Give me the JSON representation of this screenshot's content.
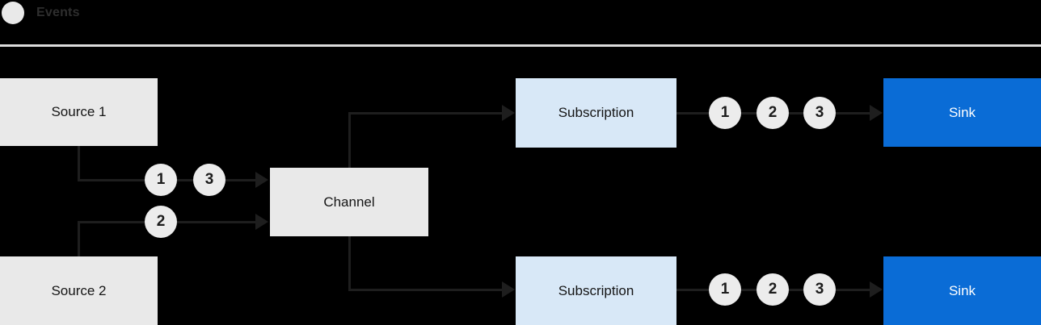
{
  "legend": {
    "label": "Events"
  },
  "nodes": {
    "source1": {
      "label": "Source 1"
    },
    "source2": {
      "label": "Source 2"
    },
    "channel": {
      "label": "Channel"
    },
    "subscription1": {
      "label": "Subscription"
    },
    "subscription2": {
      "label": "Subscription"
    },
    "sink1": {
      "label": "Sink"
    },
    "sink2": {
      "label": "Sink"
    }
  },
  "event_badges": {
    "source1_to_channel": [
      "1",
      "3"
    ],
    "source2_to_channel": [
      "2"
    ],
    "subscription1_to_sink": [
      "1",
      "2",
      "3"
    ],
    "subscription2_to_sink": [
      "1",
      "2",
      "3"
    ]
  },
  "colors": {
    "background": "#000000",
    "source_box": "#e9e9e9",
    "channel_box": "#e9e9e9",
    "subscription_box": "#d8e8f7",
    "sink_box": "#0a6cd6",
    "sink_text": "#ffffff",
    "node_text": "#151515",
    "connector_line": "#1e1e1e",
    "event_badge_fill": "#ececec",
    "legend_circle": "#e9e9e9",
    "legend_text": "#2e2e2e",
    "separator": "#dcdcdc"
  }
}
